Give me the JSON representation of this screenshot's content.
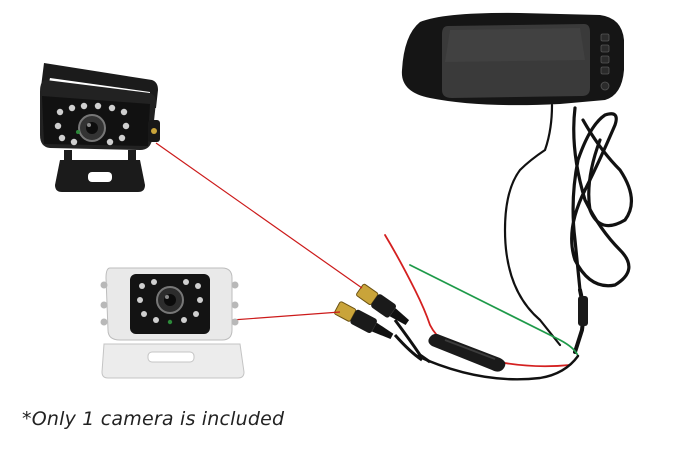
{
  "caption": "*Only 1 camera is included",
  "colors": {
    "background": "#ffffff",
    "black_housing": "#1b1b1b",
    "white_housing": "#e9e9e9",
    "mirror_body": "#151515",
    "screen": "#3a3a3a",
    "camera_link_wire": "#cc1a1a",
    "power_red_wire": "#d42020",
    "power_green_wire": "#1f9a4a",
    "cable_black": "#111111"
  },
  "icons": [
    "mirror-monitor",
    "black-backup-camera",
    "white-backup-camera",
    "connector-plug",
    "fuse-holder"
  ]
}
